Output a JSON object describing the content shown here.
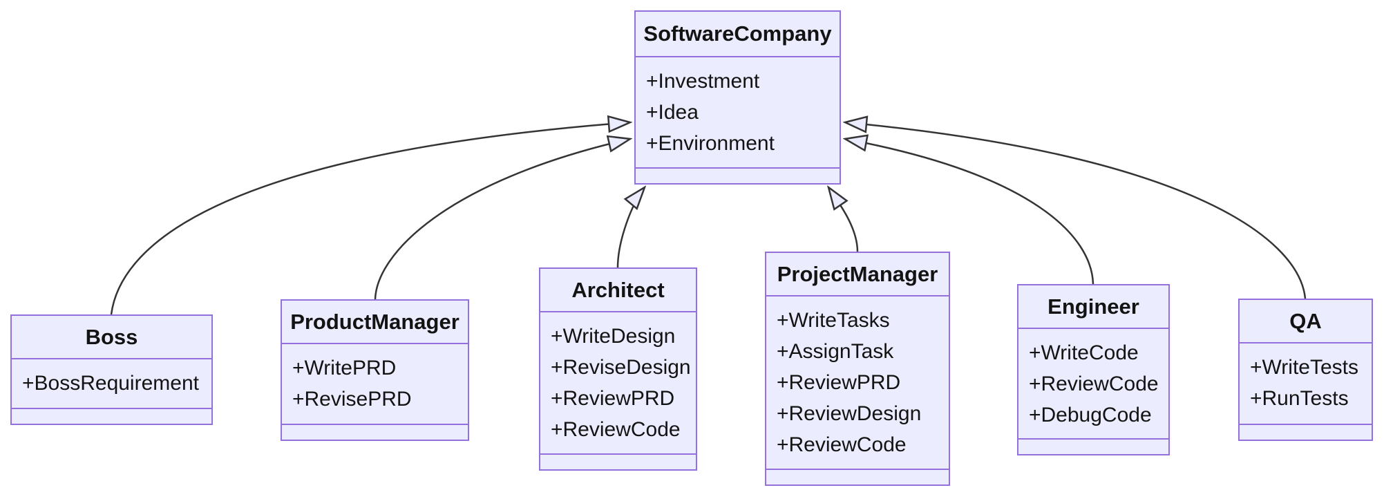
{
  "diagram": {
    "kind": "uml-class-diagram",
    "background": "#ffffff",
    "colors": {
      "node_fill": "#ECECFF",
      "node_border": "#9370DB",
      "edge_line": "#343434",
      "arrowhead_fill": "#ECECFF",
      "text": "#131313"
    }
  },
  "classes": [
    {
      "name": "SoftwareCompany",
      "members": [
        "+Investment",
        "+Idea",
        "+Environment"
      ],
      "methods": []
    },
    {
      "name": "Boss",
      "members": [
        "+BossRequirement"
      ],
      "methods": []
    },
    {
      "name": "ProductManager",
      "members": [
        "+WritePRD",
        "+RevisePRD"
      ],
      "methods": []
    },
    {
      "name": "Architect",
      "members": [
        "+WriteDesign",
        "+ReviseDesign",
        "+ReviewPRD",
        "+ReviewCode"
      ],
      "methods": []
    },
    {
      "name": "ProjectManager",
      "members": [
        "+WriteTasks",
        "+AssignTask",
        "+ReviewPRD",
        "+ReviewDesign",
        "+ReviewCode"
      ],
      "methods": []
    },
    {
      "name": "Engineer",
      "members": [
        "+WriteCode",
        "+ReviewCode",
        "+DebugCode"
      ],
      "methods": []
    },
    {
      "name": "QA",
      "members": [
        "+WriteTests",
        "+RunTests"
      ],
      "methods": []
    }
  ],
  "edges": [
    {
      "from": "Boss",
      "to": "SoftwareCompany",
      "type": "inheritance",
      "arrowhead": "hollow-triangle"
    },
    {
      "from": "ProductManager",
      "to": "SoftwareCompany",
      "type": "inheritance",
      "arrowhead": "hollow-triangle"
    },
    {
      "from": "Architect",
      "to": "SoftwareCompany",
      "type": "inheritance",
      "arrowhead": "hollow-triangle"
    },
    {
      "from": "ProjectManager",
      "to": "SoftwareCompany",
      "type": "inheritance",
      "arrowhead": "hollow-triangle"
    },
    {
      "from": "Engineer",
      "to": "SoftwareCompany",
      "type": "inheritance",
      "arrowhead": "hollow-triangle"
    },
    {
      "from": "QA",
      "to": "SoftwareCompany",
      "type": "inheritance",
      "arrowhead": "hollow-triangle"
    }
  ]
}
